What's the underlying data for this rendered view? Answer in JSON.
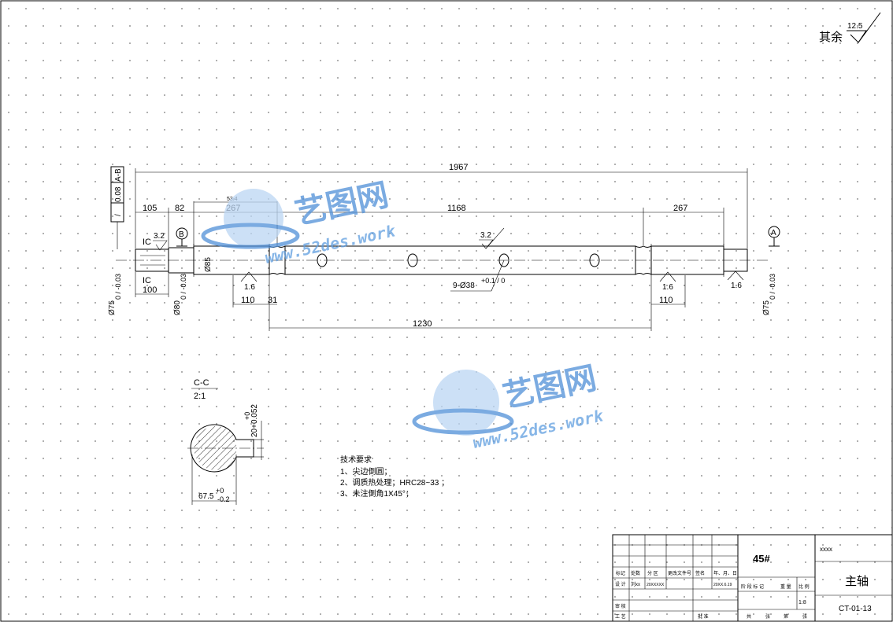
{
  "surface_roughness": {
    "label": "其余",
    "value": "12.5"
  },
  "dimensions": {
    "overall_length": "1967",
    "left_end": "105",
    "step_82": "82",
    "journal_left": "267",
    "keyway_len": "53.4",
    "middle": "1168",
    "journal_right": "267",
    "left_100": "100",
    "left_110": "110",
    "left_31": "31",
    "right_110": "110",
    "middle_1230": "1230",
    "dia_85": "Ø85",
    "dia_left": "Ø75",
    "dia_left_tol": "0 / -0.03",
    "dia_80": "Ø80",
    "dia_80_tol": "0 / -0.03",
    "dia_right": "Ø75",
    "dia_right_tol": "0 / -0.03",
    "holes": "9-Ø38",
    "holes_tol": "+0.1 / 0",
    "ic_top": "IC",
    "ic_bottom": "IC"
  },
  "tolerance_frame": {
    "symbol": "/",
    "value": "0.08",
    "datum": "A-B"
  },
  "roughness_marks": [
    "3.2",
    "3.2",
    "1.6",
    "1.6",
    "1.6"
  ],
  "datums": {
    "b": "B",
    "a": "A"
  },
  "section": {
    "title": "C-C",
    "scale": "2:1",
    "width": "67.5",
    "width_tol_upper": "+0",
    "width_tol_lower": "-0.2",
    "key": "20+0.052",
    "key_upper": "+0"
  },
  "tech_requirements": {
    "title": "技术要求",
    "items": [
      "1、尖边倒圆；",
      "2、调质热处理；HRC28~33 ；",
      "3、未注倒角1X45°；"
    ]
  },
  "title_block": {
    "material": "45#",
    "company": "xxxx",
    "part_name": "主轴",
    "drawing_no": "CT-01-13",
    "scale": "1:8",
    "headers": [
      "标记",
      "处数",
      "分 区",
      "更改文件号",
      "签名",
      "年、月、日"
    ],
    "row_design": [
      "设 计",
      "刘xx",
      "20XXXXX",
      "",
      "",
      "20XX.6.19"
    ],
    "stage_headers": [
      "阶 段 标 记",
      "重 量",
      "比 例"
    ],
    "sheet_labels": [
      "共",
      "张",
      "第",
      "张"
    ],
    "review": "审 核",
    "process": "工 艺",
    "approve": "批 准"
  },
  "watermark": {
    "brand": "艺图网",
    "url": "www.52des.work"
  },
  "colors": {
    "watermark": "#4f8fd8",
    "line": "#000000"
  }
}
